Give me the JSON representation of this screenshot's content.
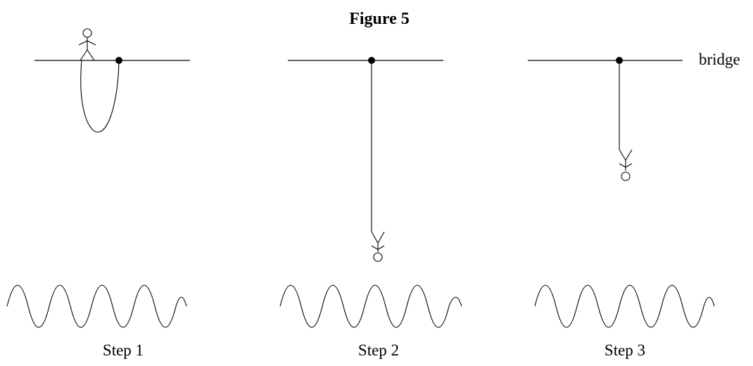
{
  "figure": {
    "title": "Figure 5",
    "bridge_label": "bridge",
    "steps": [
      {
        "label": "Step 1"
      },
      {
        "label": "Step 2"
      },
      {
        "label": "Step 3"
      }
    ],
    "icons": [
      "person-icon",
      "anchor-point-icon",
      "water-wave-icon",
      "bungee-cord-icon"
    ]
  }
}
